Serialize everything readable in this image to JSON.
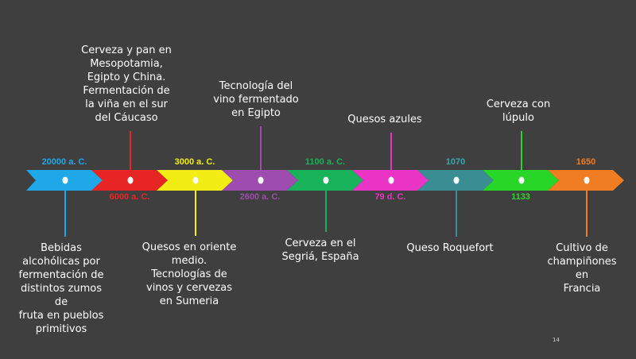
{
  "page_number": "14",
  "events": [
    {
      "date": "20000 a. C.",
      "description": "Bebidas\nalcohólicas por\nfermentación de\ndistintos zumos de\nfruta en pueblos\nprimitivos",
      "color": "#1fa8e8",
      "date_color": "#1fa8e8",
      "label_position": "below"
    },
    {
      "date": "6000 a. C.",
      "description": "Cerveza y pan en\nMesopotamia,\nEgipto y China.\nFermentación de\nla viña en el sur\ndel Cáucaso",
      "color": "#e82525",
      "date_color": "#e82525",
      "label_position": "above"
    },
    {
      "date": "3000 a. C.",
      "description": "Quesos en oriente\nmedio.\nTecnologías de\nvinos y cervezas\nen Sumeria",
      "color": "#f2ee13",
      "date_color": "#f2ee13",
      "label_position": "below"
    },
    {
      "date": "2600 a. C.",
      "description": "Tecnología del\nvino fermentado\nen Egipto",
      "color": "#9e4cb0",
      "date_color": "#9e4cb0",
      "label_position": "above"
    },
    {
      "date": "1100 a. C.",
      "description": "Cerveza en el\nSegriá, España",
      "color": "#17b25a",
      "date_color": "#17b25a",
      "label_position": "below"
    },
    {
      "date": "79 d. C.",
      "description": "Quesos azules",
      "color": "#ea34c6",
      "date_color": "#ea34c6",
      "label_position": "above"
    },
    {
      "date": "1070",
      "description": "Queso Roquefort",
      "color": "#3a8d93",
      "date_color": "#3aa7b0",
      "label_position": "below"
    },
    {
      "date": "1133",
      "description": "Cerveza con\nlúpulo",
      "color": "#27d627",
      "date_color": "#2bd62b",
      "label_position": "above"
    },
    {
      "date": "1650",
      "description": "Cultivo de\nchampiñones en\nFrancia",
      "color": "#f07d22",
      "date_color": "#f07d22",
      "label_position": "below"
    }
  ]
}
